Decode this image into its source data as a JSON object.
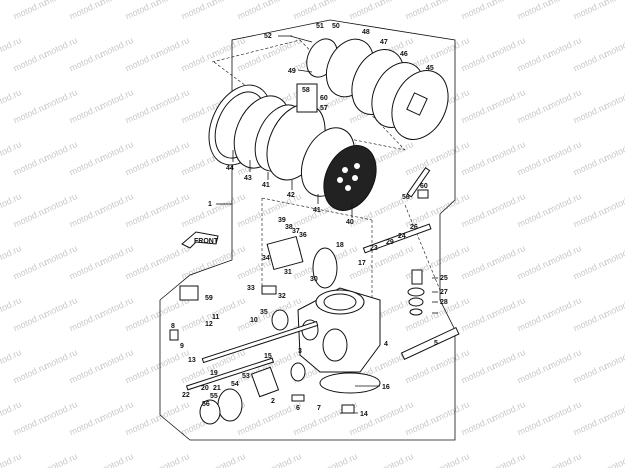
{
  "diagram": {
    "watermark": "motod.ru",
    "front_label": "FRONT",
    "callouts": {
      "p1": "1",
      "p2": "2",
      "p3": "3",
      "p4": "4",
      "p5": "5",
      "p6": "6",
      "p7": "7",
      "p8": "8",
      "p9": "9",
      "p10": "10",
      "p11": "11",
      "p12": "12",
      "p13": "13",
      "p14": "14",
      "p15": "15",
      "p16": "16",
      "p17": "17",
      "p18": "18",
      "p19": "19",
      "p20": "20",
      "p21": "21",
      "p22": "22",
      "p23": "23",
      "p24": "24",
      "p25": "25",
      "p26": "26",
      "p27": "27",
      "p28": "28",
      "p29": "29",
      "p30": "30",
      "p31": "31",
      "p32": "32",
      "p33": "33",
      "p34": "34",
      "p35": "35",
      "p36": "36",
      "p37": "37",
      "p38": "38",
      "p39": "39",
      "p40": "40",
      "p41a": "41",
      "p41b": "41",
      "p42": "42",
      "p43": "43",
      "p44": "44",
      "p45": "45",
      "p46": "46",
      "p47": "47",
      "p48": "48",
      "p49": "49",
      "p50": "50",
      "p51": "51",
      "p52": "52",
      "p53": "53",
      "p54": "54",
      "p55": "55",
      "p56a": "56",
      "p56b": "56",
      "p57": "57",
      "p58": "58",
      "p59": "59",
      "p60a": "60",
      "p60b": "60"
    }
  }
}
